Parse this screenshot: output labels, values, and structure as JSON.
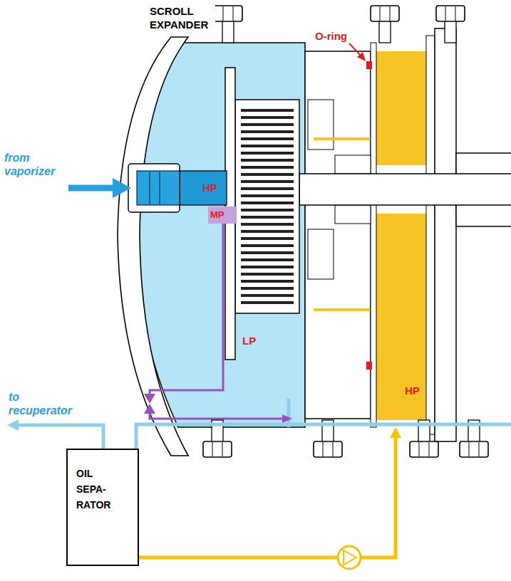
{
  "diagram": {
    "nodes": [
      {
        "text": [
          "SCROLL EXPANDER"
        ]
      },
      {
        "text": [
          "OIL SEPA- RATOR"
        ]
      }
    ],
    "edges": [
      {
        "from": 0,
        "to": 1,
        "arrow": "to"
      },
      {
        "from": 1,
        "to": 0,
        "arrow": "to"
      }
    ],
    "labels": [
      "O-ring",
      "from vaporizer",
      "HP",
      "MP",
      "to recuperator",
      "LP",
      "HP"
    ]
  }
}
